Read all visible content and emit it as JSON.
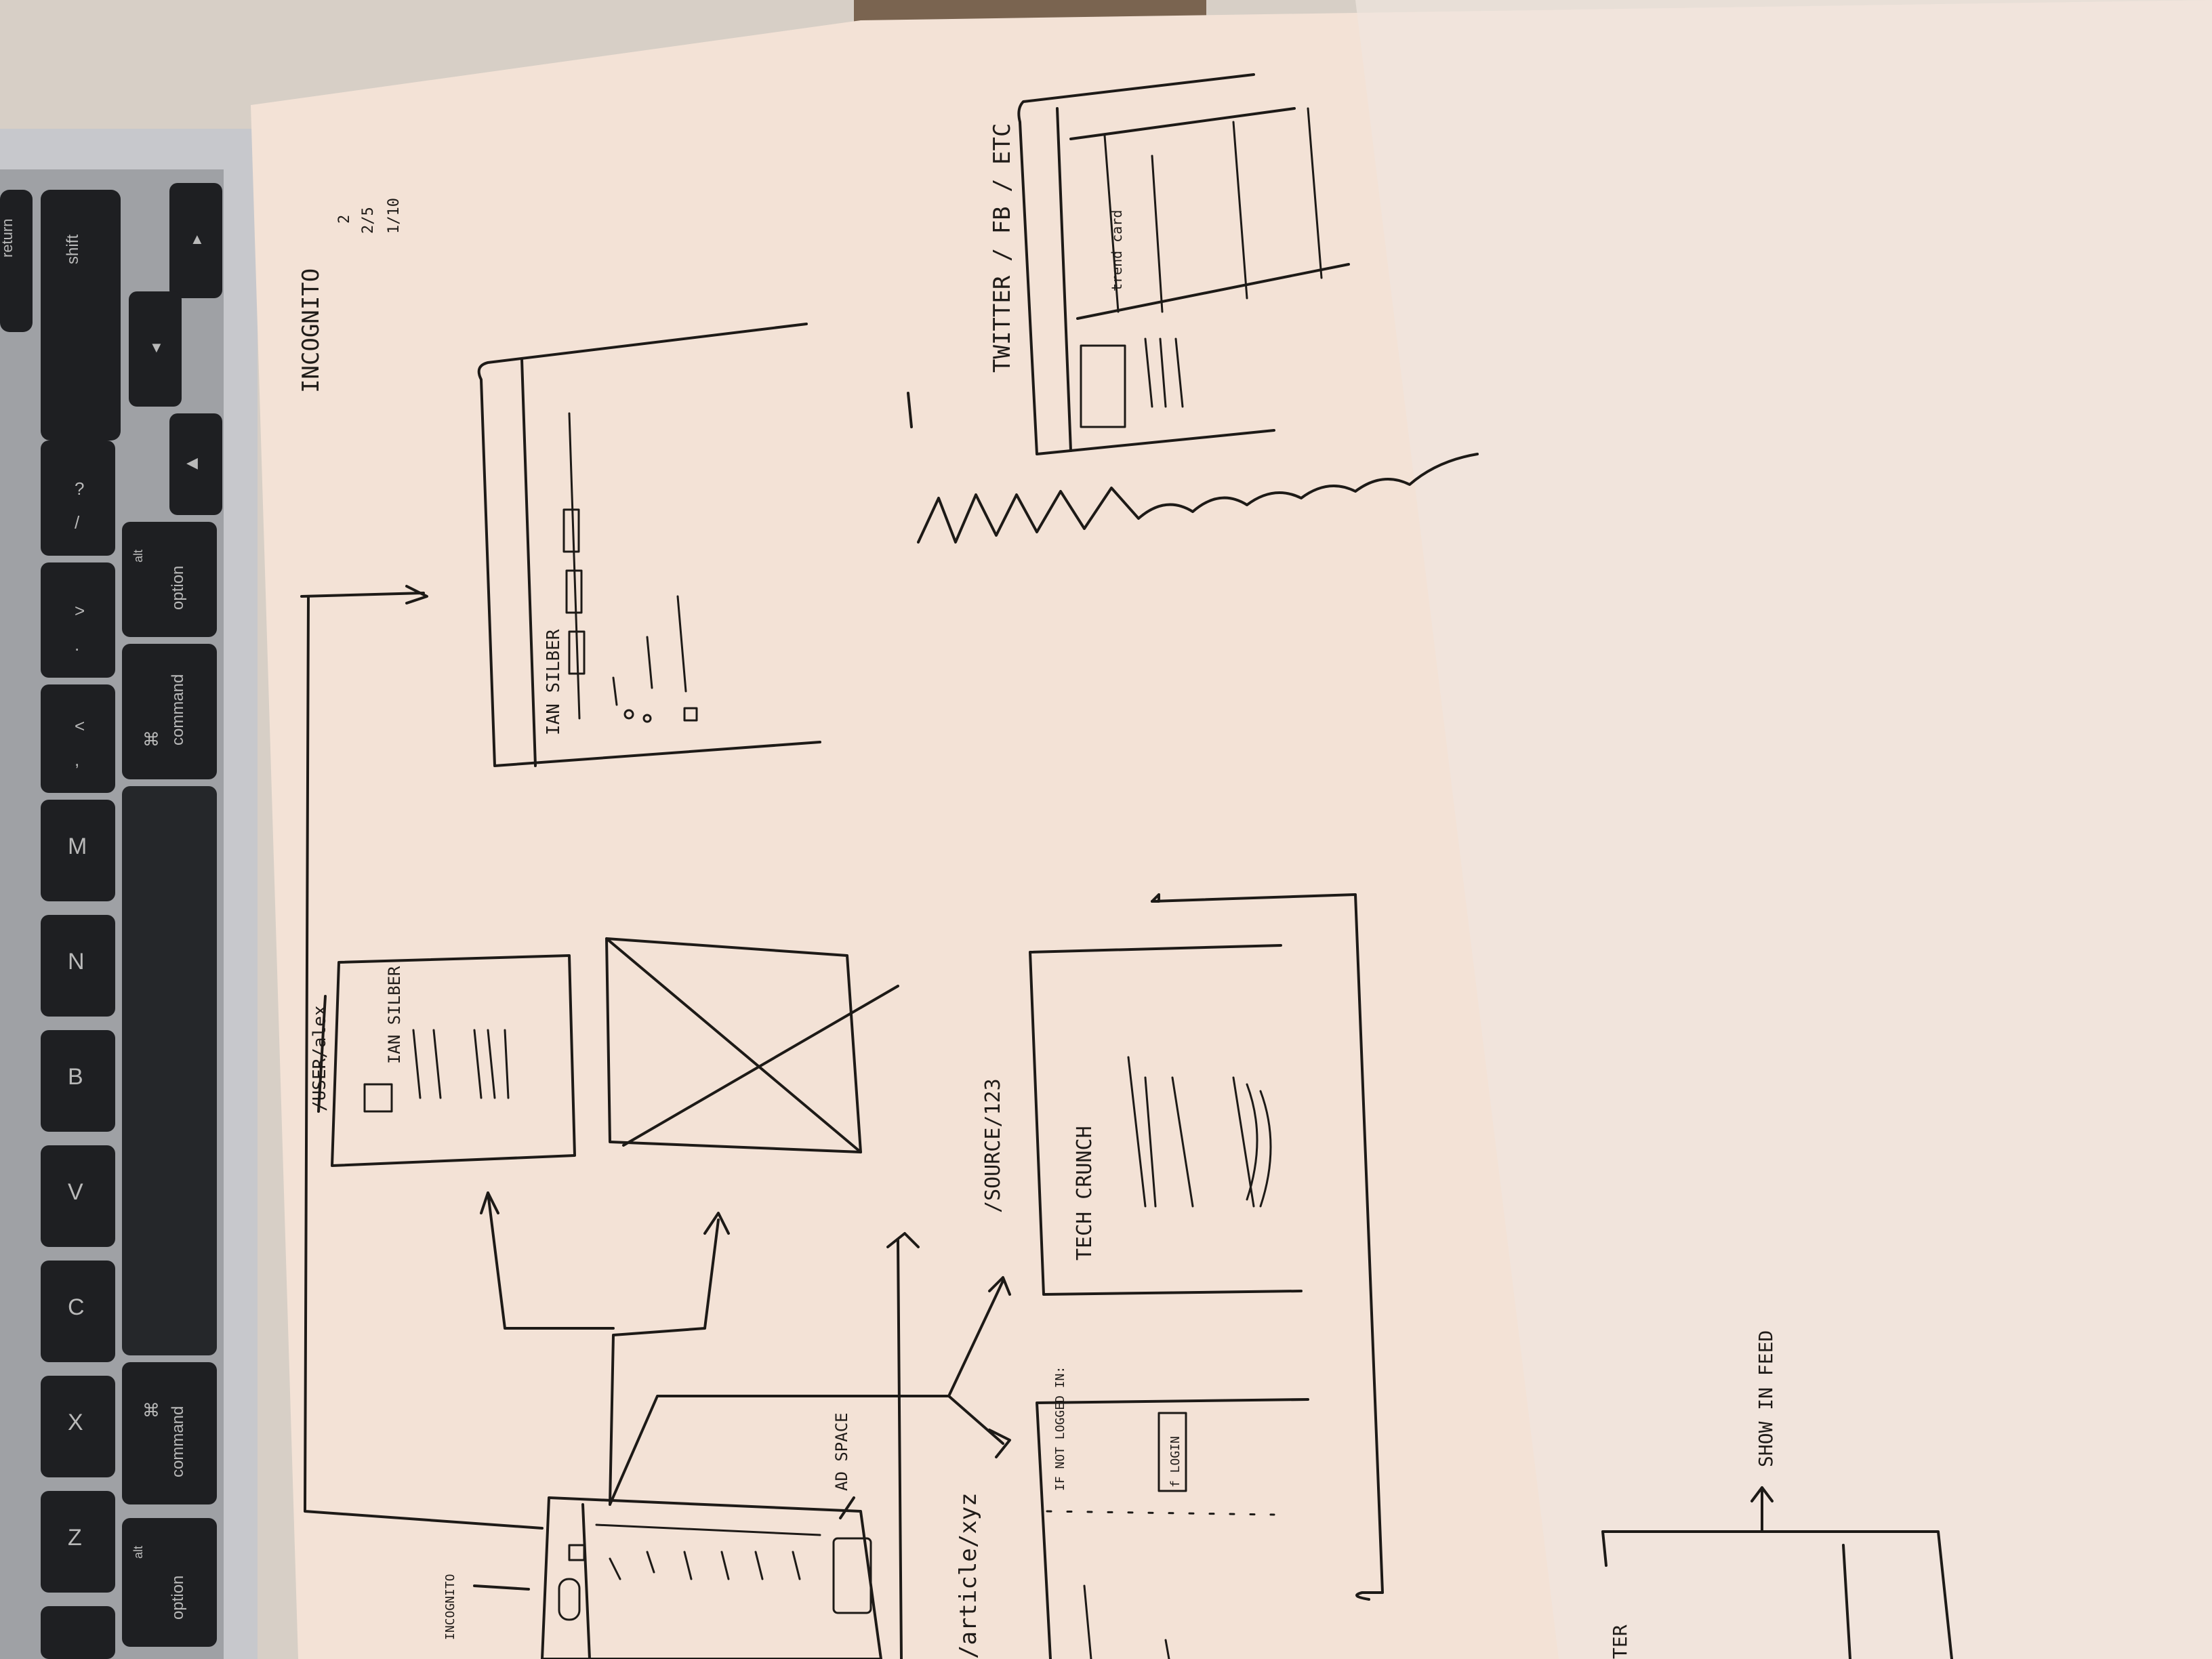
{
  "keyboard": {
    "keys": [
      "return",
      "shift",
      "▲",
      "▼",
      "◀",
      "?",
      "/",
      "option",
      "alt",
      ">",
      ".",
      "command",
      "⌘",
      "<",
      ",",
      "M",
      "N",
      "B",
      "V",
      "C",
      "X",
      "⌘",
      "command",
      "Z",
      "option",
      "alt"
    ]
  },
  "sketch": {
    "labels": {
      "incognito_top": "INCOGNITO",
      "fraction_top": "2",
      "fraction_mid": "2/5",
      "fraction_bottom": "1/10",
      "user_url": "/USER/alex",
      "profile_name": "IAN SILBER",
      "user_detail_name": "IAN SILBER",
      "source_url": "/SOURCE/123",
      "source_name": "TECH CRUNCH",
      "twitter_label": "TWITTER / FB / ETC",
      "twitter_card_text": "trend card",
      "ad_space": "AD SPACE",
      "incognito_small": "INCOGNITO",
      "article_url": "/article/xyz",
      "login_prompt": "IF NOT LOGGED IN:",
      "login_button": "f LOGIN",
      "show_in_feed": "SHOW IN FEED",
      "bottom_left": "TER"
    }
  }
}
